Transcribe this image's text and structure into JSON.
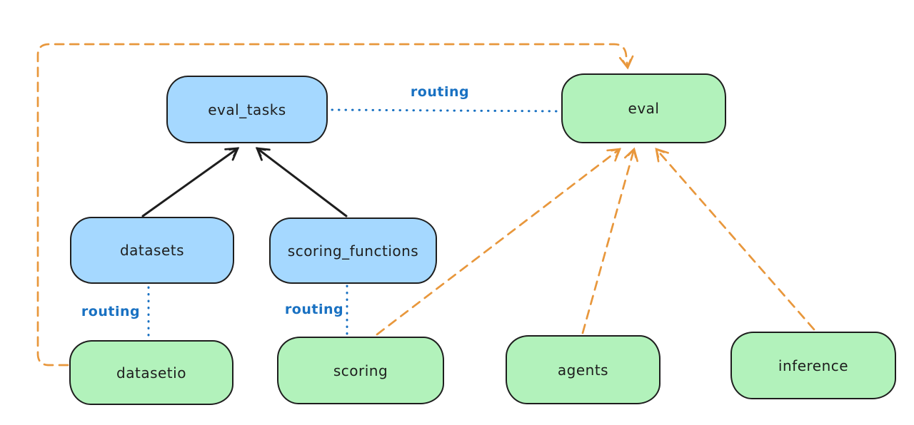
{
  "diagram": {
    "nodes": [
      {
        "id": "eval_tasks",
        "label": "eval_tasks",
        "fill": "blue"
      },
      {
        "id": "eval",
        "label": "eval",
        "fill": "green"
      },
      {
        "id": "datasets",
        "label": "datasets",
        "fill": "blue"
      },
      {
        "id": "scoring_functions",
        "label": "scoring_functions",
        "fill": "blue"
      },
      {
        "id": "datasetio",
        "label": "datasetio",
        "fill": "green"
      },
      {
        "id": "scoring",
        "label": "scoring",
        "fill": "green"
      },
      {
        "id": "agents",
        "label": "agents",
        "fill": "green"
      },
      {
        "id": "inference",
        "label": "inference",
        "fill": "green"
      }
    ],
    "edges": [
      {
        "from": "datasets",
        "to": "eval_tasks",
        "style": "solid",
        "color": "black",
        "label": ""
      },
      {
        "from": "scoring_functions",
        "to": "eval_tasks",
        "style": "solid",
        "color": "black",
        "label": ""
      },
      {
        "from": "eval_tasks",
        "to": "eval",
        "style": "dotted",
        "color": "blue",
        "label": "routing"
      },
      {
        "from": "datasets",
        "to": "datasetio",
        "style": "dotted",
        "color": "blue",
        "label": "routing"
      },
      {
        "from": "scoring_functions",
        "to": "scoring",
        "style": "dotted",
        "color": "blue",
        "label": "routing"
      },
      {
        "from": "datasetio",
        "to": "eval",
        "style": "dashed",
        "color": "orange",
        "label": ""
      },
      {
        "from": "scoring",
        "to": "eval",
        "style": "dashed",
        "color": "orange",
        "label": ""
      },
      {
        "from": "agents",
        "to": "eval",
        "style": "dashed",
        "color": "orange",
        "label": ""
      },
      {
        "from": "inference",
        "to": "eval",
        "style": "dashed",
        "color": "orange",
        "label": ""
      }
    ],
    "colors": {
      "node_blue_fill": "#a5d8ff",
      "node_green_fill": "#b2f2bb",
      "stroke": "#1e1e1e",
      "routing_blue": "#1971c2",
      "orange": "#e8973c",
      "background": "#ffffff"
    }
  }
}
